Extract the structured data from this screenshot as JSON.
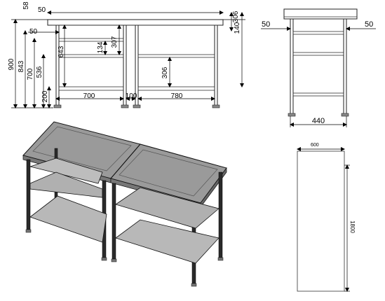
{
  "front_view": {
    "dims": {
      "top_left_58": "58",
      "top_left_50": "50",
      "top_right_306": "306",
      "top_right_140": "140",
      "inner_left_50": "50",
      "shelf_gap_134": "134",
      "shelf_gap_307": "307",
      "height_643": "643",
      "height_900": "900",
      "height_843": "843",
      "height_700": "700",
      "height_536": "536",
      "height_200": "200",
      "lower_gap_306": "306",
      "width_700": "700",
      "width_100": "100",
      "width_780": "780"
    }
  },
  "side_view": {
    "dims": {
      "left_50": "50",
      "right_50": "50",
      "width_440": "440"
    }
  },
  "top_view": {
    "dims": {
      "width_600": "600",
      "length_1800": "1800"
    }
  }
}
